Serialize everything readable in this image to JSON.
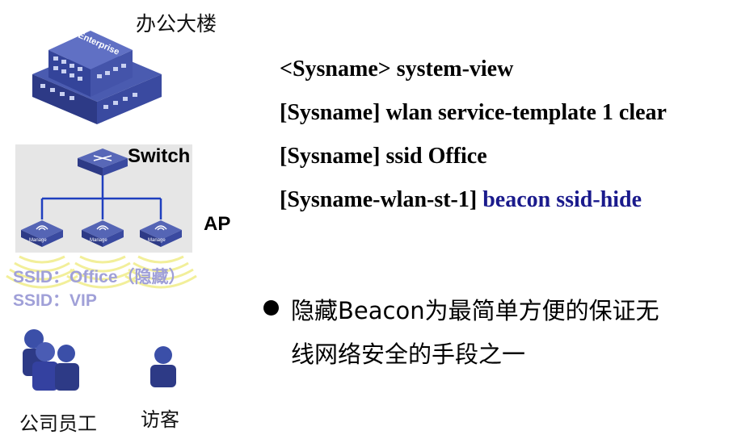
{
  "diagram": {
    "building_label": "办公大楼",
    "building_sign": "Enterprise",
    "switch_label": "Switch",
    "ap_label": "AP",
    "ap_tag": "Manage",
    "ssid_line1": "SSID：Office（隐藏）",
    "ssid_line2": "SSID：VIP",
    "employee_label": "公司员工",
    "visitor_label": "访客"
  },
  "commands": {
    "line1": "<Sysname> system-view",
    "line2": "[Sysname] wlan service-template 1 clear",
    "line3": "[Sysname] ssid Office",
    "line4_prefix": "[Sysname-wlan-st-1] ",
    "line4_highlight": "beacon ssid-hide"
  },
  "note": {
    "line1": "隐藏Beacon为最简单方便的保证无",
    "line2": "线网络安全的手段之一"
  },
  "colors": {
    "highlight": "#1a1a8c",
    "ssid_text": "#a0a0d8",
    "device_blue": "#3b4fa8",
    "link_line": "#1f3fbf",
    "panel_gray": "#e6e6e6",
    "signal_yellow": "#f2ef9a"
  }
}
